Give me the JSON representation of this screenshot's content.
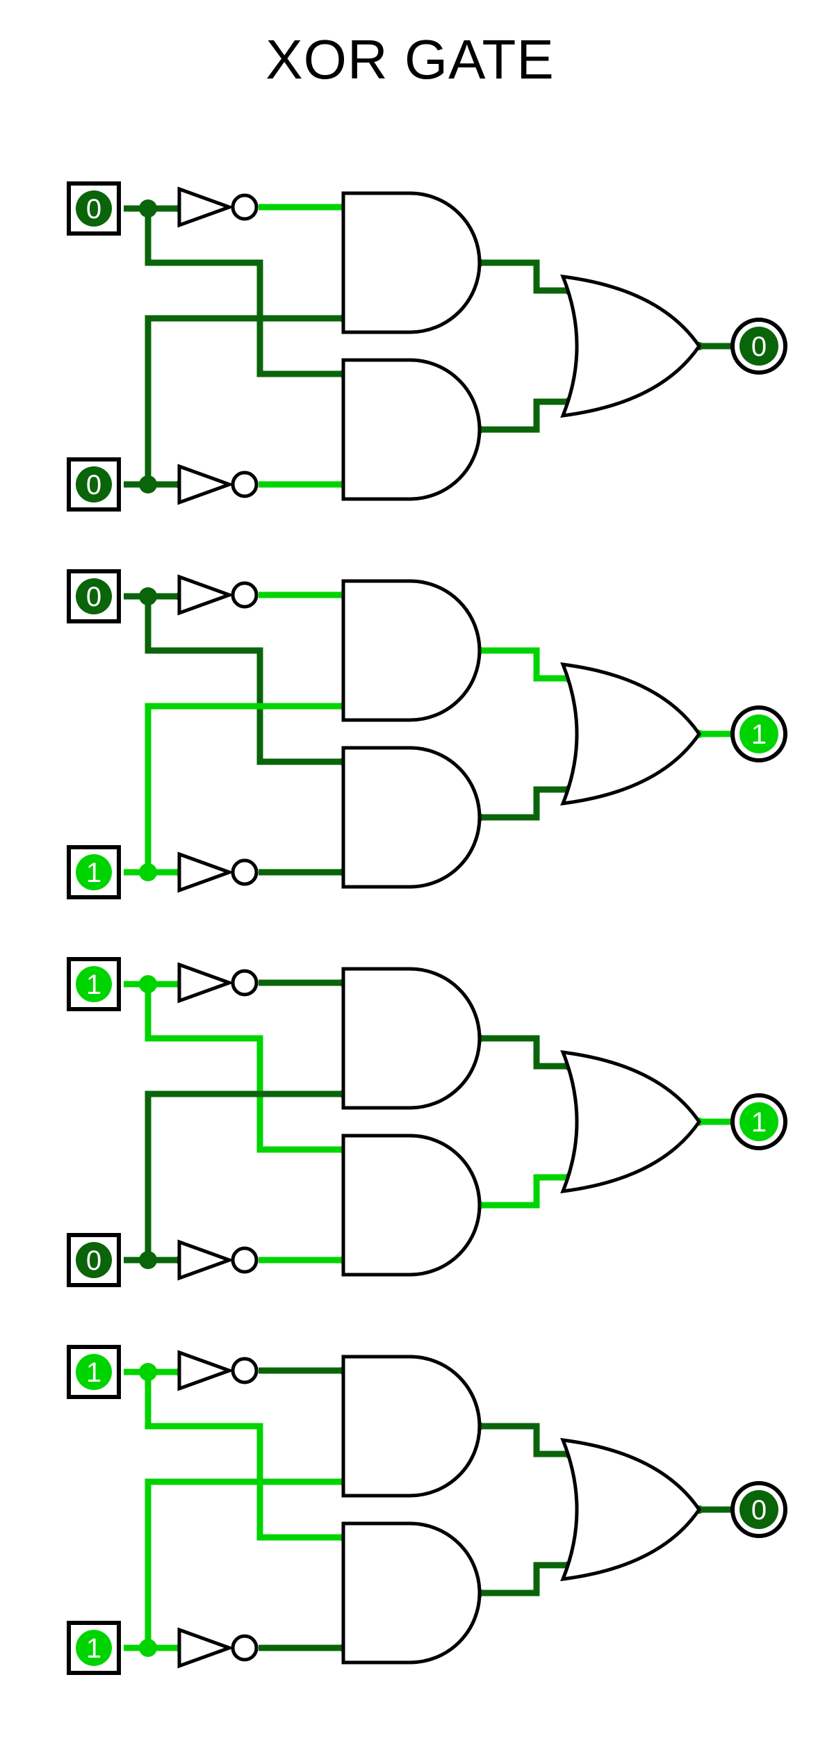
{
  "title": "XOR GATE",
  "colors": {
    "wire_on": "#00d400",
    "wire_off": "#0a640a",
    "gate_stroke": "#000000",
    "background": "#ffffff"
  },
  "circuits": [
    {
      "input_a": "0",
      "input_b": "0",
      "output": "0"
    },
    {
      "input_a": "0",
      "input_b": "1",
      "output": "1"
    },
    {
      "input_a": "1",
      "input_b": "0",
      "output": "1"
    },
    {
      "input_a": "1",
      "input_b": "1",
      "output": "0"
    }
  ]
}
